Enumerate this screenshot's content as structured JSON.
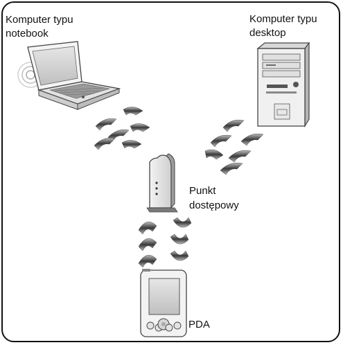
{
  "labels": {
    "notebook_line1": "Komputer typu",
    "notebook_line2": "notebook",
    "desktop_line1": "Komputer typu",
    "desktop_line2": "desktop",
    "ap_line1": "Punkt",
    "ap_line2": "dostępowy",
    "pda": "PDA"
  }
}
